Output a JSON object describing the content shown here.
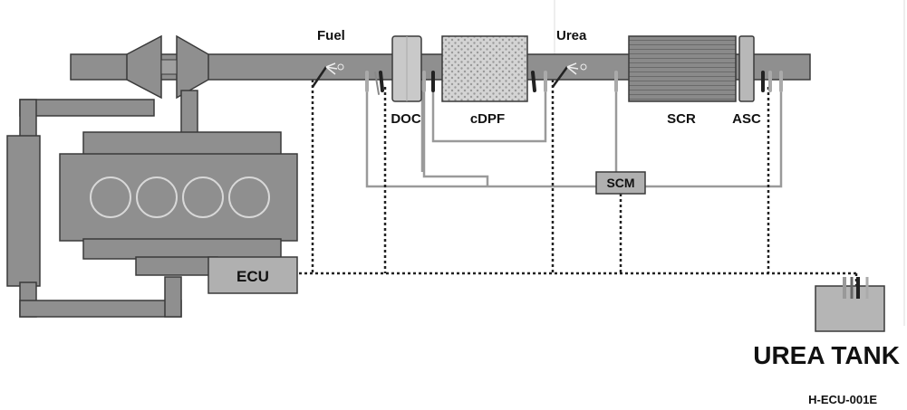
{
  "labels": {
    "fuel": "Fuel",
    "urea": "Urea",
    "doc": "DOC",
    "cdpf": "cDPF",
    "scr": "SCR",
    "asc": "ASC",
    "scm": "SCM",
    "ecu": "ECU",
    "urea_tank": "UREA TANK",
    "code": "H-ECU-001E"
  },
  "colors": {
    "component_fill": "#8f8f8f",
    "component_stroke": "#3a3a3a",
    "module_fill": "#b5b5b5",
    "wiring_line": "#9a9a9a",
    "signal_dash": "#222222",
    "text": "#111111"
  },
  "icons": {
    "cylinders": "circle-outline",
    "sensors": "sensor-probe",
    "injectors": "injector-nozzle"
  }
}
